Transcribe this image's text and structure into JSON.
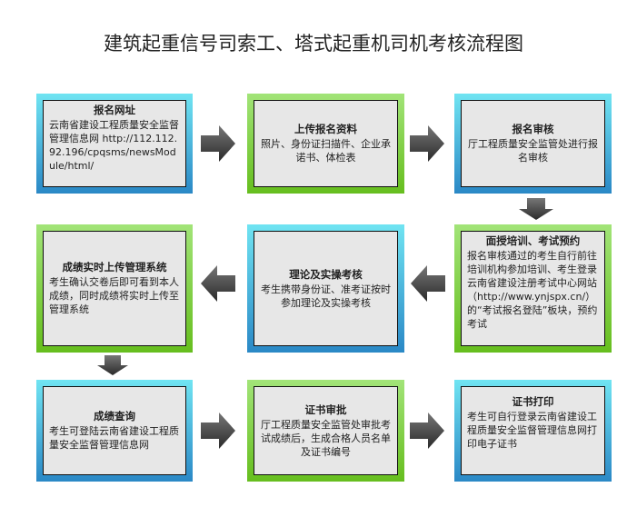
{
  "title": "建筑起重信号司索工、塔式起重机司机考核流程图",
  "steps": [
    {
      "title": "报名网址",
      "body": "云南省建设工程质量安全监督管理信息网 http://112.112.92.196/cpqsms/newsModule/html/"
    },
    {
      "title": "上传报名资料",
      "body": "照片、身份证扫描件、企业承诺书、体检表"
    },
    {
      "title": "报名审核",
      "body": "厅工程质量安全监管处进行报名审核"
    },
    {
      "title": "面授培训、考试预约",
      "body": "报名审核通过的考生自行前往培训机构参加培训、考生登录云南省建设注册考试中心网站（http://www.ynjspx.cn/）的“考试报名登陆”板块，预约考试"
    },
    {
      "title": "理论及实操考核",
      "body": "考生携带身份证、准考证按时参加理论及实操考核"
    },
    {
      "title": "成绩实时上传管理系统",
      "body": "考生确认交卷后即可看到本人成绩，同时成绩将实时上传至管理系统"
    },
    {
      "title": "成绩查询",
      "body": "考生可登陆云南省建设工程质量安全监督管理信息网"
    },
    {
      "title": "证书审批",
      "body": "厅工程质量安全监管处审批考试成绩后，生成合格人员名单及证书编号"
    },
    {
      "title": "证书打印",
      "body": "考生可自行登录云南省建设工程质量安全监督管理信息网打印电子证书"
    }
  ],
  "colors": {
    "blue_top": "#70e4f2",
    "blue_bottom": "#2a88c6",
    "green_top": "#a2e478",
    "green_bottom": "#66be1e",
    "arrow": "#444444"
  }
}
